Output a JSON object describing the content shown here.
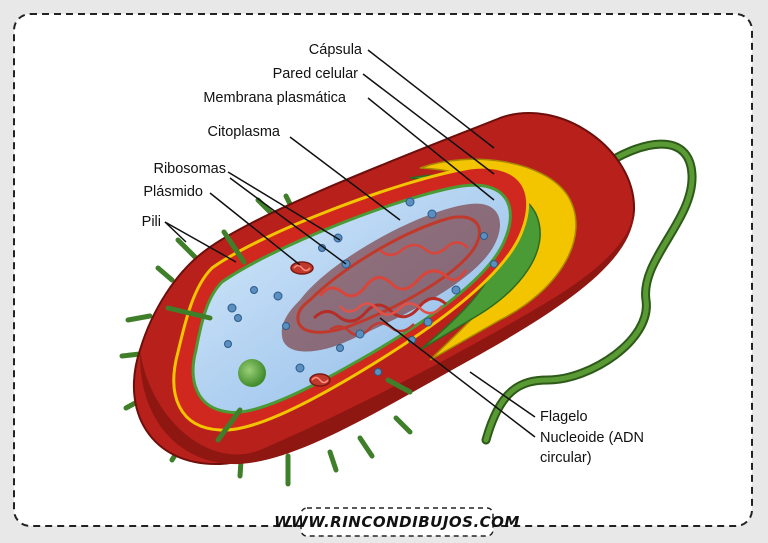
{
  "labels": {
    "capsula": "Cápsula",
    "pared_celular": "Pared celular",
    "membrana_plasmatica": "Membrana plasmática",
    "citoplasma": "Citoplasma",
    "ribosomas": "Ribosomas",
    "plasmido": "Plásmido",
    "pili": "Pili",
    "flagelo": "Flagelo",
    "nucleoide_line1": "Nucleoide (ADN",
    "nucleoide_line2": "circular)"
  },
  "footer": {
    "website": "WWW.RINCONDIBUJOS.COM"
  },
  "colors": {
    "capsule": "#b8201c",
    "capsule_dark": "#8e1712",
    "cell_wall": "#f3c400",
    "membrane": "#4a9a36",
    "cytoplasm": "#bcd8f4",
    "nucleoid": "#a42b26",
    "pili": "#3f7f2a",
    "flagellum": "#3b6e22"
  }
}
